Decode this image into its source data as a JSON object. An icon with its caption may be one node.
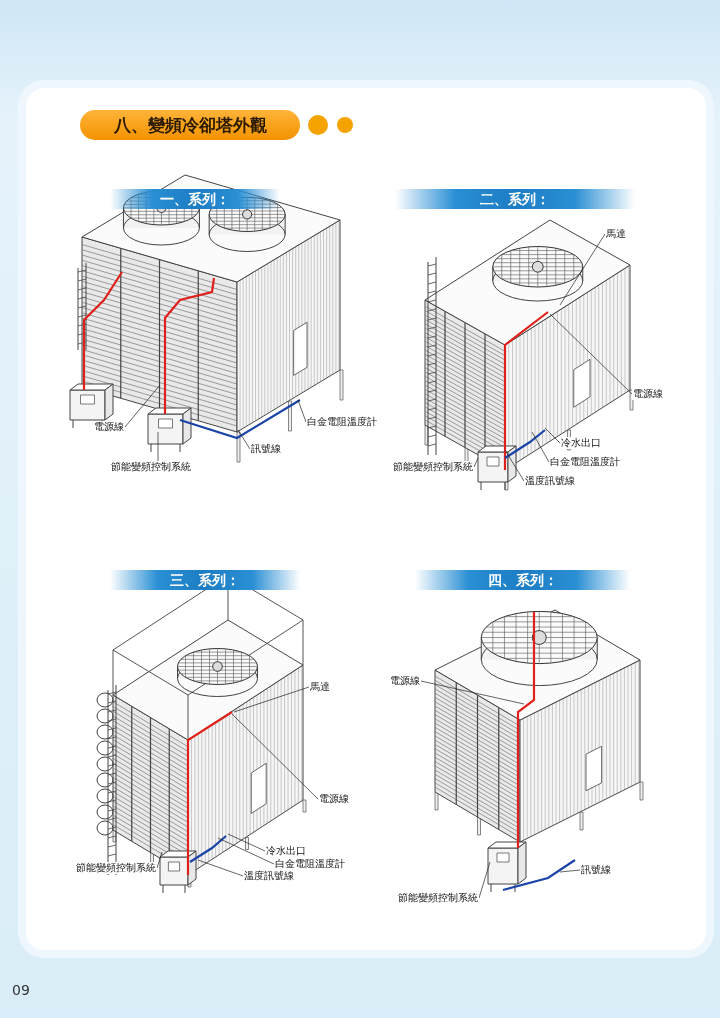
{
  "diagram": {
    "title": "八、變頻冷卻塔外觀",
    "nodes": [
      {
        "text": [
          "一、系列："
        ]
      },
      {
        "text": [
          "電源線"
        ]
      },
      {
        "text": [
          "白金電阻溫度計"
        ]
      },
      {
        "text": [
          "訊號線"
        ]
      },
      {
        "text": [
          "節能變頻控制系統"
        ]
      },
      {
        "text": [
          "二、系列："
        ]
      },
      {
        "text": [
          "馬達"
        ]
      },
      {
        "text": [
          "電源線"
        ]
      },
      {
        "text": [
          "冷水出口"
        ]
      },
      {
        "text": [
          "白金電阻溫度計"
        ]
      },
      {
        "text": [
          "節能變頻控制系統"
        ]
      },
      {
        "text": [
          "溫度訊號線"
        ]
      },
      {
        "text": [
          "三、系列："
        ]
      },
      {
        "text": [
          "馬達"
        ]
      },
      {
        "text": [
          "電源線"
        ]
      },
      {
        "text": [
          "冷水出口"
        ]
      },
      {
        "text": [
          "白金電阻溫度計"
        ]
      },
      {
        "text": [
          "節能變頻控制系統"
        ]
      },
      {
        "text": [
          "溫度訊號線"
        ]
      },
      {
        "text": [
          "四、系列："
        ]
      },
      {
        "text": [
          "電源線"
        ]
      },
      {
        "text": [
          "訊號線"
        ]
      },
      {
        "text": [
          "節能變頻控制系統"
        ]
      }
    ],
    "edges": [
      {
        "from": 1,
        "to": null,
        "arrow": "none"
      },
      {
        "from": 2,
        "to": null,
        "arrow": "none"
      },
      {
        "from": 3,
        "to": null,
        "arrow": "none"
      },
      {
        "from": 4,
        "to": null,
        "arrow": "none"
      },
      {
        "from": 6,
        "to": null,
        "arrow": "none"
      },
      {
        "from": 7,
        "to": null,
        "arrow": "none"
      },
      {
        "from": 8,
        "to": null,
        "arrow": "none"
      },
      {
        "from": 9,
        "to": null,
        "arrow": "none"
      },
      {
        "from": 10,
        "to": null,
        "arrow": "none"
      },
      {
        "from": 11,
        "to": null,
        "arrow": "none"
      },
      {
        "from": 13,
        "to": null,
        "arrow": "none"
      },
      {
        "from": 14,
        "to": null,
        "arrow": "none"
      },
      {
        "from": 15,
        "to": null,
        "arrow": "none"
      },
      {
        "from": 16,
        "to": null,
        "arrow": "none"
      },
      {
        "from": 17,
        "to": null,
        "arrow": "none"
      },
      {
        "from": 18,
        "to": null,
        "arrow": "none"
      },
      {
        "from": 20,
        "to": null,
        "arrow": "none"
      },
      {
        "from": 21,
        "to": null,
        "arrow": "none"
      },
      {
        "from": 22,
        "to": null,
        "arrow": "none"
      }
    ],
    "labels": [
      "09"
    ]
  }
}
